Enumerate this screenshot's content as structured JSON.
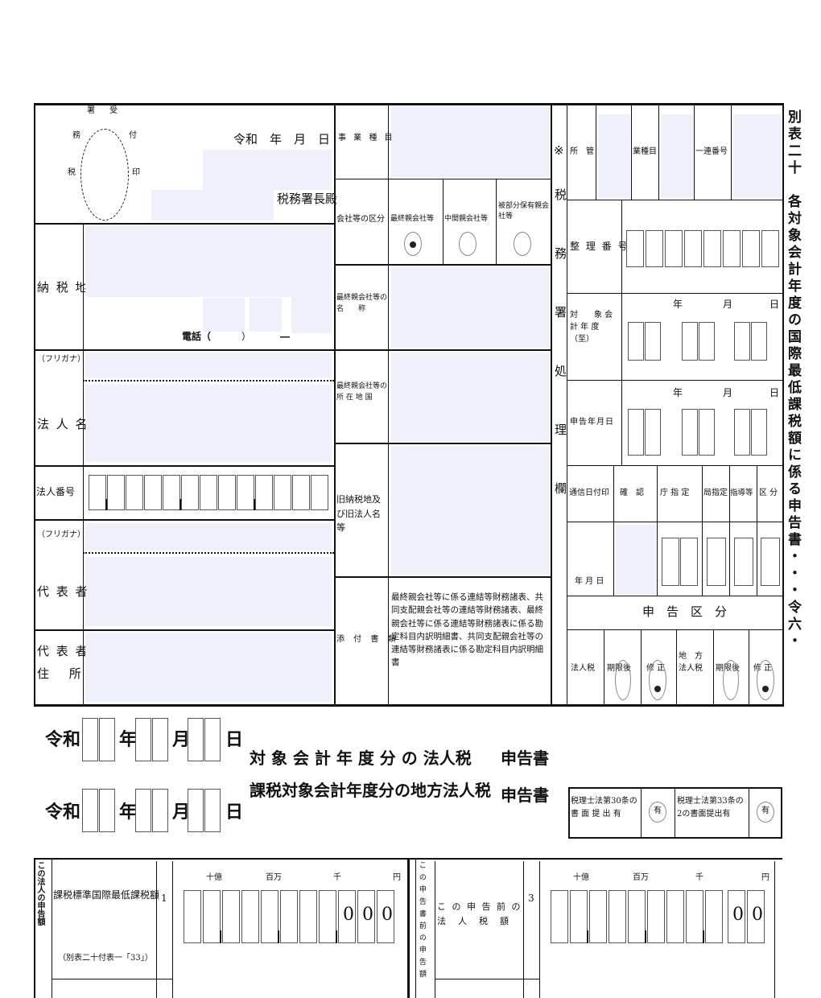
{
  "receipt": {
    "stamp_chars": [
      "署",
      "受",
      "務",
      "付",
      "税",
      "印"
    ],
    "date_line": "令和　年　月　日",
    "office_suffix": "税務署長殿"
  },
  "left": {
    "tax_place": "納 税 地",
    "phone_label": "電話（",
    "phone_close": "）",
    "phone_dash": "―",
    "furigana1": "（フリガナ）",
    "corp_name": "法 人 名",
    "corp_number": "法人番号",
    "furigana2": "（フリガナ）",
    "representative": "代 表 者",
    "rep_address_1": "代 表 者",
    "rep_address_2": "住 所"
  },
  "middle": {
    "business_type": "事 業 種 目",
    "company_class": "会社等の区分",
    "class_options": [
      "最終親会社等",
      "中間親会社等",
      "被部分保有親会社等"
    ],
    "final_parent_name": "最終親会社等の名　　称",
    "final_parent_loc": "最終親会社等の所 在 地 国",
    "old_tax_place": "旧納税地及び旧法人名等",
    "attachments_label": "添 付 書 類",
    "attachments_text": "最終親会社等に係る連結等財務諸表、共同支配親会社等の連結等財務諸表、最終親会社等に係る連結等財務諸表に係る勘定科目内訳明細書、共同支配親会社等の連結等財務諸表に係る勘定科目内訳明細書"
  },
  "office": {
    "mark": "※",
    "vertical": "税務署処理欄",
    "jurisdiction": "所　管",
    "industry": "業種目",
    "serial": "一連番号",
    "ref_number": "整 理 番 号",
    "target_year": "対　　象 会 計 年 度 （至）",
    "year": "年",
    "month": "月",
    "day": "日",
    "filing_date": "申告年月日",
    "comm_stamp": "通信日付印",
    "confirm": "確　認",
    "office_designation": "庁 指 定",
    "bureau_designation": "局指定",
    "guidance": "指導等",
    "category": "区 分",
    "ymd": "年 月 日",
    "filing_class": "申　告　区　分",
    "corp_tax": "法人税",
    "after_due": "期限後",
    "amended": "修 正",
    "local_corp_tax": "地　方 法人税"
  },
  "title": {
    "reiwa": "令和",
    "year": "年",
    "month": "月",
    "day": "日",
    "line1": "対 象 会 計 年 度 分 の 法人税",
    "line2": "課税対象会計年度分の地方法人税",
    "suffix": "申告書",
    "art30": "税理士法第30条の 書 面 提 出 有",
    "art33": "税理士法第33条の2の書面提出有",
    "yes": "有"
  },
  "side_title": "別表二十　各対象会計年度の国際最低課税額に係る申告書・・・令六・",
  "bottom": {
    "vert1": "この法人の申告額",
    "row1_label": "課税標準国際最低課税額",
    "row1_sub": "（別表二十付表一「33」）",
    "row1_no": "1",
    "units": [
      "十億",
      "百万",
      "千",
      "円"
    ],
    "zeros": [
      "0",
      "0",
      "0"
    ],
    "vert2": "この申告書前の申告額",
    "row3_label": "こ の 申 告 前 の 法　人　税　額",
    "row3_no": "3",
    "zeros2": [
      "0",
      "0"
    ]
  }
}
